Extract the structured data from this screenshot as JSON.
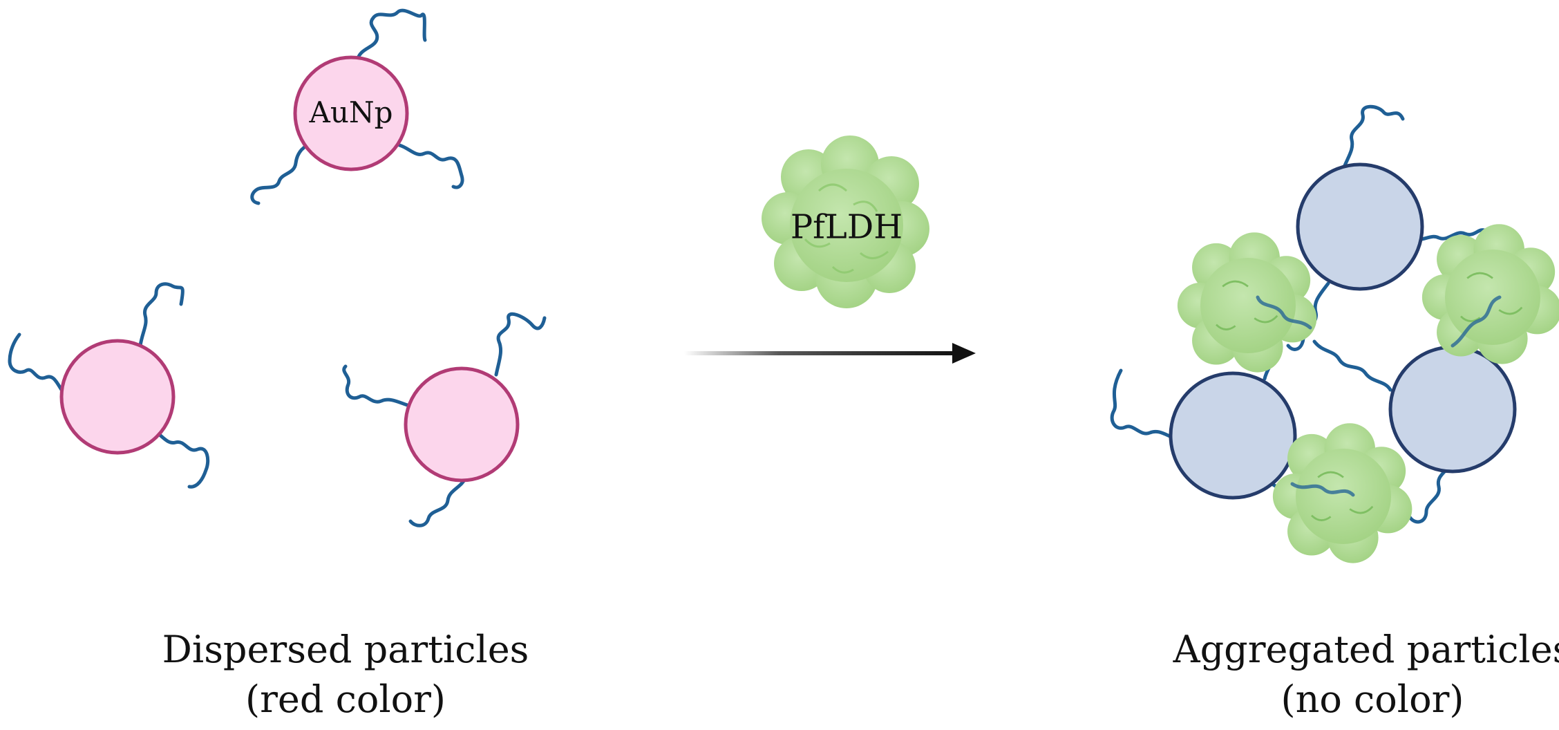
{
  "particle_label": "AuNp",
  "protein_label": "PfLDH",
  "left_caption": {
    "line1": "Dispersed particles",
    "line2": "(red color)"
  },
  "right_caption": {
    "line1": "Aggregated particles",
    "line2": "(no color)"
  },
  "colors": {
    "dispersed_fill": "#fcd6ec",
    "dispersed_stroke": "#b13b75",
    "aggregated_fill": "#c9d5e8",
    "aggregated_stroke": "#253c6b",
    "strand": "#1f5f95",
    "protein_fill": "#a9d68c",
    "protein_dark": "#7fbf63",
    "arrow": "#111111"
  },
  "icons": [
    "aunp-particle",
    "dna-aptamer-strand",
    "pfldh-protein-blob",
    "reaction-arrow"
  ]
}
